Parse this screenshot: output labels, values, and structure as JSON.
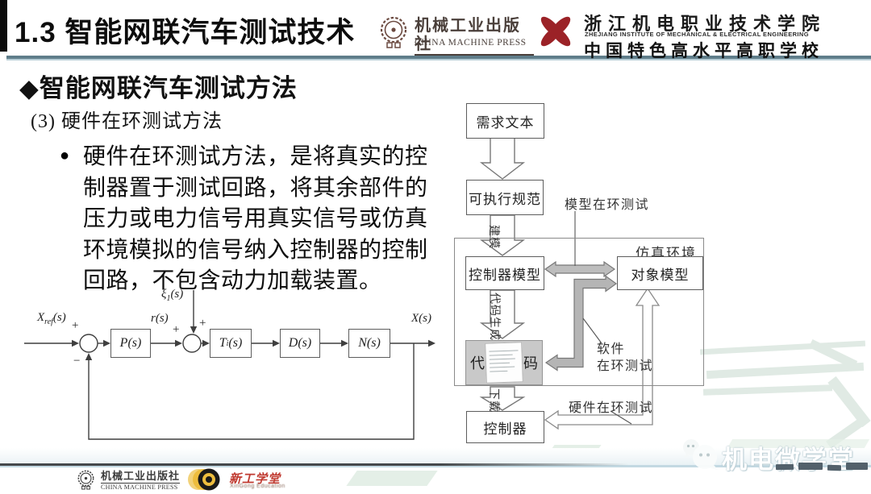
{
  "colors": {
    "divider_teal": "#5f7d8a",
    "emblem_red": "#9b2227",
    "cmp_brown": "#4a3f3a",
    "logo_yellow": "#edbd3e",
    "gray_arrow": "#b5b5b5",
    "footer_line": "#45494b",
    "light_blue_line": "#c3d9e2",
    "bg_streak": "#e0eae4"
  },
  "icons": {
    "header_left_logo": "gear-press-icon",
    "header_right_logo": "red-knot-emblem-icon",
    "footer_left_logo": "gear-press-icon",
    "footer_right_logo": "yellow-lens-circles-icon",
    "watermark_icon": "wechat-bubbles-icon"
  },
  "header": {
    "bar_title": "1.3 智能网联汽车测试技术",
    "cmp": {
      "name": "机械工业出版社",
      "sub": "CHINA MACHINE PRESS"
    },
    "zime": {
      "calligraphy": "浙江机电职业技术学院",
      "english": "ZHEJIANG INSTITUTE OF MECHANICAL & ELECTRICAL ENGINEERING",
      "subtitle": "中国特色高水平高职学校"
    }
  },
  "content": {
    "section_title": "◆智能网联汽车测试方法",
    "subsection": "(3) 硬件在环测试方法",
    "bullet_marker": "●",
    "bullet_text": "硬件在环测试方法，是将真实的控制器置于测试回路，将其余部件的压力或电力信号用真实信号或仿真环境模拟的信号纳入控制器的控制回路，不包含动力加载装置。"
  },
  "block_diagram": {
    "xref": {
      "main": "X",
      "sub": "ref",
      "tail": "(s)"
    },
    "sum1_plus": "+",
    "sum1_minus": "−",
    "p_block": "P(s)",
    "r_label": "r(s)",
    "xi": {
      "main": "ξ",
      "sub": "1",
      "tail": "(s)"
    },
    "sum2_plus_left": "+",
    "sum2_plus_top": "+",
    "t_block": {
      "main": "T",
      "sub": "i",
      "tail": "(s)"
    },
    "d_block": "D(s)",
    "n_block": "N(s)",
    "x_out": "X(s)"
  },
  "flowchart": {
    "req": "需求文本",
    "spec": "可执行规范",
    "ctrl_model": "控制器模型",
    "obj_model": "对象模型",
    "env": "仿真环境",
    "code_left": "代",
    "code_right": "码",
    "controller": "控制器",
    "step_model": "建模",
    "step_codegen": "代码生成",
    "step_download": "下载",
    "mil": "模型在环测试",
    "sil": "软件\n在环测试",
    "hil": "硬件在环测试"
  },
  "footer": {
    "cmp": {
      "name": "机械工业出版社",
      "sub": "CHINA MACHINE PRESS"
    },
    "xingong": {
      "name": "新工学堂",
      "sub": "XinGong Education"
    }
  },
  "watermark": {
    "text": "机电微学堂"
  }
}
